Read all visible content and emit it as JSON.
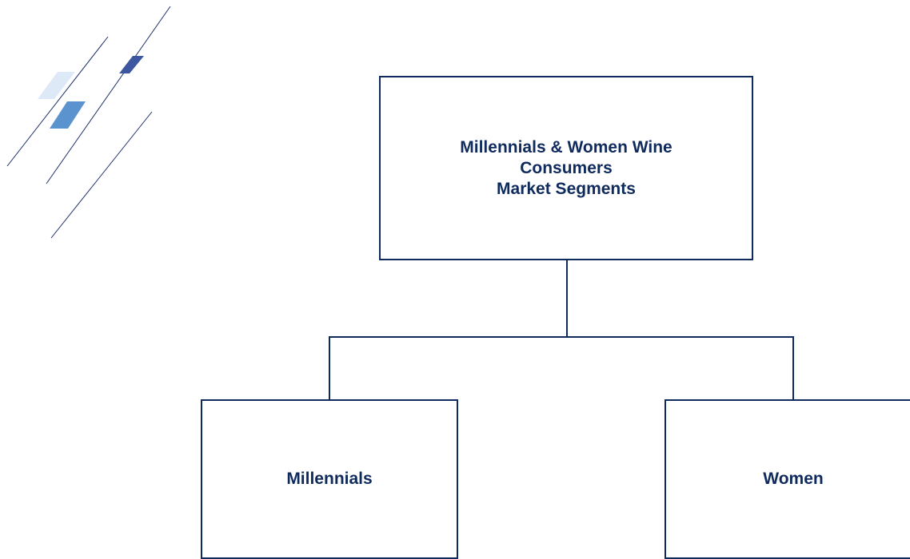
{
  "diagram": {
    "root": {
      "lines": [
        "Millennials & Women Wine",
        "Consumers",
        "Market Segments"
      ]
    },
    "children": [
      {
        "label": "Millennials"
      },
      {
        "label": "Women"
      }
    ]
  },
  "colors": {
    "box_border": "#0f2a5c",
    "text": "#0f2a5c",
    "connector": "#0f2a5c",
    "decor_line": "#1a2f66",
    "decor_light": "#dde9f7",
    "decor_mid": "#5b93cf",
    "decor_dark": "#3d56a0"
  }
}
